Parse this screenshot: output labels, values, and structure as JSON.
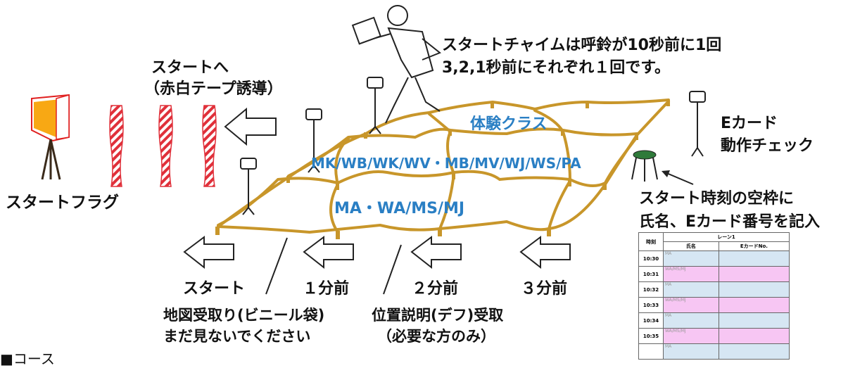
{
  "chime_note_line1": "スタートチャイムは呼鈴が10秒前に1回",
  "chime_note_line2": "3,2,1秒前にそれぞれ１回です。",
  "to_start_line1": "スタートへ",
  "to_start_line2": "（赤白テープ誘導）",
  "start_flag": "スタートフラグ",
  "class_trial": "体験クラス",
  "class_row2": "MK/WB/WK/WV・MB/MV/WJ/WS/PA",
  "class_row3": "MA・WA/MS/MJ",
  "ecard_line1": "Eカード",
  "ecard_line2": "動作チェック",
  "record_line1": "スタート時刻の空枠に",
  "record_line2": "氏名、Eカード番号を記入",
  "lane_start": "スタート",
  "lane_1min": "１分前",
  "lane_2min": "２分前",
  "lane_3min": "３分前",
  "map_line1": "地図受取り(ビニール袋)",
  "map_line2": "まだ見ないでください",
  "desc_line1": "位置説明(デフ)受取",
  "desc_line2": "（必要な方のみ）",
  "section_title": "■コース",
  "table": {
    "header_time": "時刻",
    "header_lane": "レーン1",
    "header_name": "氏名",
    "header_ecard": "EカードNo.",
    "rows": [
      {
        "time": "10:30",
        "cls": "MA",
        "color": "#d6e6f3"
      },
      {
        "time": "10:31",
        "cls": "WA/MS/MJ",
        "color": "#f7c6f3"
      },
      {
        "time": "10:32",
        "cls": "MA",
        "color": "#d6e6f3"
      },
      {
        "time": "10:33",
        "cls": "WA/MS/MJ",
        "color": "#f7c6f3"
      },
      {
        "time": "10:34",
        "cls": "MA",
        "color": "#d6e6f3"
      },
      {
        "time": "10:35",
        "cls": "WA/MS/MJ",
        "color": "#f7c6f3"
      },
      {
        "time": "",
        "cls": "MA",
        "color": "#d6e6f3"
      }
    ]
  },
  "colors": {
    "rope": "#c8962a",
    "class_text": "#2a7fc4",
    "stripe_red": "#e0303a"
  }
}
